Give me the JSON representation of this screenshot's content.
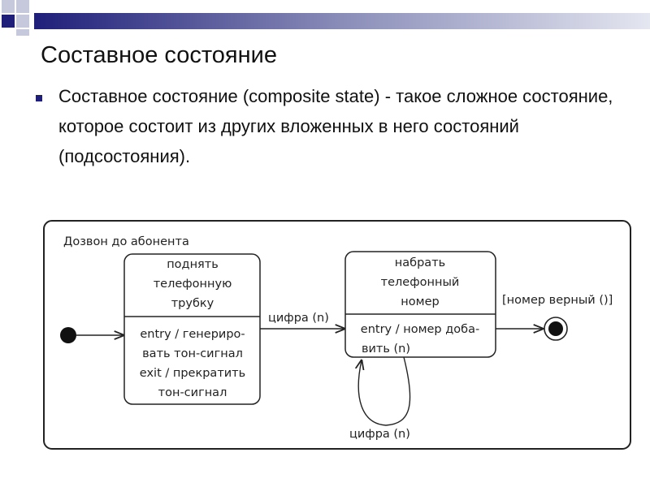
{
  "slide": {
    "title": "Составное состояние",
    "bullet": "Составное состояние (composite state) - такое сложное состояние, которое состоит из других вложенных в него состояний (подсостояния)."
  },
  "colors": {
    "band_dark": "#1f1f7a",
    "band_light": "#c6c9dc",
    "diagram_stroke": "#222222"
  },
  "diagram": {
    "composite_name": "Дозвон до абонента",
    "state1": {
      "name_lines": [
        "поднять",
        "телефонную",
        "трубку"
      ],
      "action_lines": [
        "entry / генериро-",
        "вать тон-сигнал",
        "exit / прекратить",
        "тон-сигнал"
      ]
    },
    "state2": {
      "name_lines": [
        "набрать",
        "телефонный",
        "номер"
      ],
      "action_lines": [
        "entry / номер доба-",
        "вить (n)"
      ]
    },
    "transition1": "цифра (n)",
    "self_transition": "цифра (n)",
    "guard": "[номер верный ()]"
  }
}
